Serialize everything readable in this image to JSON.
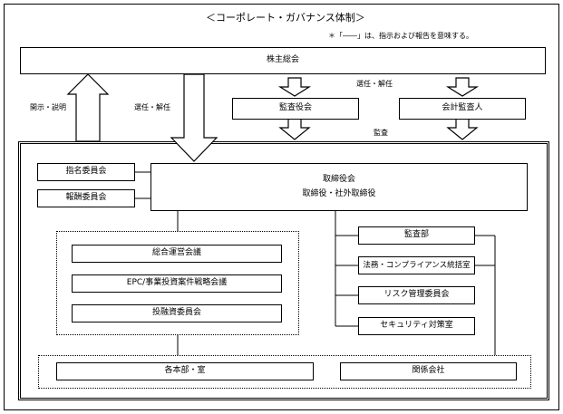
{
  "title": "＜コーポレート・ガバナンス体制＞",
  "note": "＊「――」は、指示および報告を意味する。",
  "shareholders": "株主総会",
  "arrows": {
    "disclosure": "開示・説明",
    "appoint_left": "選任・解任",
    "appoint_top": "選任・解任",
    "audit": "監査"
  },
  "auditors": "監査役会",
  "accounting_auditor": "会計監査人",
  "board": {
    "line1": "取締役会",
    "line2": "取締役・社外取締役"
  },
  "nomination": "指名委員会",
  "compensation": "報酬委員会",
  "management_meetings": [
    "総合運営会議",
    "EPC/事業投資案件戦略会議",
    "投融資委員会"
  ],
  "right_units": [
    "監査部",
    "法務・コンプライアンス統括室",
    "リスク管理委員会",
    "セキュリティ対策室"
  ],
  "departments": "各本部・室",
  "affiliates": "関係会社"
}
